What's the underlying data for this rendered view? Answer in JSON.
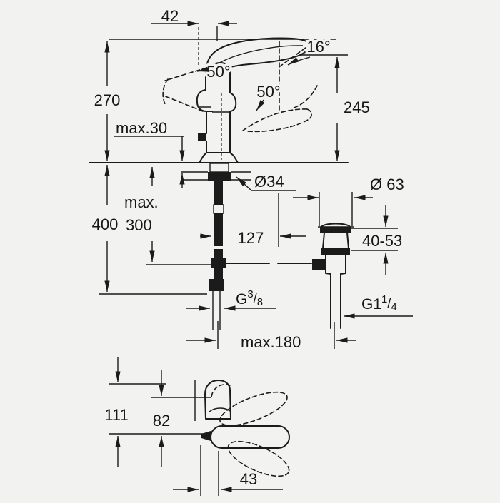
{
  "colors": {
    "background": "#f2f2f0",
    "ink": "#1b1b1b"
  },
  "front": {
    "d42": "42",
    "d16": "16°",
    "d50_left": "50°",
    "d50_right": "50°",
    "d270": "270",
    "d245": "245",
    "dmax30": "max.30",
    "ddia34": "Ø34",
    "dmax300_l1": "max.",
    "dmax300_l2": "300",
    "d400": "400",
    "d127": "127",
    "g38": {
      "g": "G",
      "num": "3",
      "slash": "/",
      "den": "8"
    },
    "dmax180": "max.180"
  },
  "drain": {
    "ddia63": "Ø 63",
    "drange": "40-53",
    "g114": {
      "g": "G1",
      "num": "1",
      "slash": "/",
      "den": "4"
    }
  },
  "top": {
    "d111": "111",
    "d82": "82",
    "d43": "43"
  }
}
